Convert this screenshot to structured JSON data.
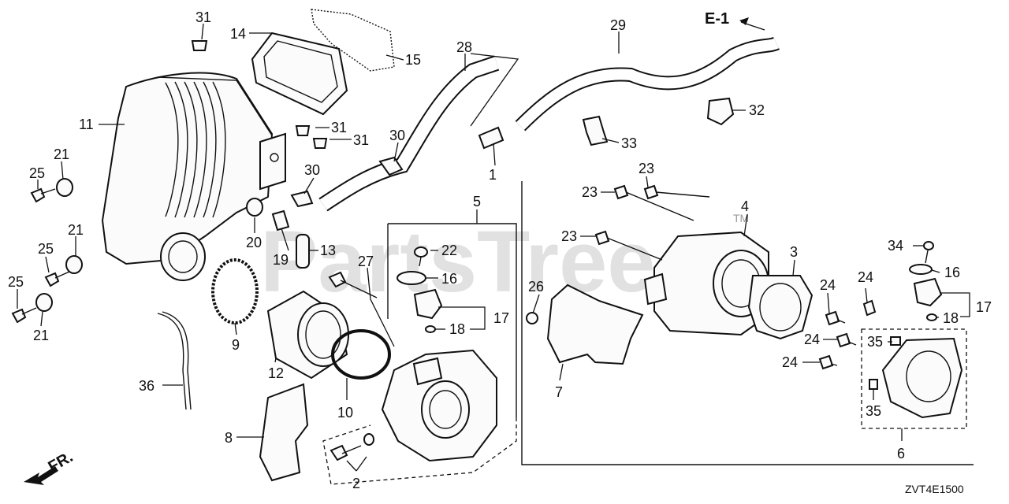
{
  "watermark": "PartsTree",
  "watermark_tm": "TM",
  "reference": "E-1",
  "front_indicator": "FR.",
  "diagram_code": "ZVT4E1500",
  "callouts": [
    {
      "id": "c31a",
      "text": "31"
    },
    {
      "id": "c14",
      "text": "14"
    },
    {
      "id": "c15",
      "text": "15"
    },
    {
      "id": "c28",
      "text": "28"
    },
    {
      "id": "c29",
      "text": "29"
    },
    {
      "id": "c11",
      "text": "11"
    },
    {
      "id": "c31b",
      "text": "31"
    },
    {
      "id": "c31c",
      "text": "31"
    },
    {
      "id": "c30a",
      "text": "30"
    },
    {
      "id": "c1",
      "text": "1"
    },
    {
      "id": "c32",
      "text": "32"
    },
    {
      "id": "c33",
      "text": "33"
    },
    {
      "id": "c21a",
      "text": "21"
    },
    {
      "id": "c25a",
      "text": "25"
    },
    {
      "id": "c30b",
      "text": "30"
    },
    {
      "id": "c20",
      "text": "20"
    },
    {
      "id": "c19",
      "text": "19"
    },
    {
      "id": "c13",
      "text": "13"
    },
    {
      "id": "c5",
      "text": "5"
    },
    {
      "id": "c22",
      "text": "22"
    },
    {
      "id": "c16a",
      "text": "16"
    },
    {
      "id": "c27",
      "text": "27"
    },
    {
      "id": "c23a",
      "text": "23"
    },
    {
      "id": "c23b",
      "text": "23"
    },
    {
      "id": "c23c",
      "text": "23"
    },
    {
      "id": "c4",
      "text": "4"
    },
    {
      "id": "c3",
      "text": "3"
    },
    {
      "id": "c34",
      "text": "34"
    },
    {
      "id": "c16b",
      "text": "16"
    },
    {
      "id": "c21b",
      "text": "21"
    },
    {
      "id": "c25b",
      "text": "25"
    },
    {
      "id": "c25c",
      "text": "25"
    },
    {
      "id": "c21c",
      "text": "21"
    },
    {
      "id": "c9",
      "text": "9"
    },
    {
      "id": "c12",
      "text": "12"
    },
    {
      "id": "c10",
      "text": "10"
    },
    {
      "id": "c36",
      "text": "36"
    },
    {
      "id": "c8",
      "text": "8"
    },
    {
      "id": "c2",
      "text": "2"
    },
    {
      "id": "c17a",
      "text": "17"
    },
    {
      "id": "c18a",
      "text": "18"
    },
    {
      "id": "c26",
      "text": "26"
    },
    {
      "id": "c7",
      "text": "7"
    },
    {
      "id": "c24a",
      "text": "24"
    },
    {
      "id": "c24b",
      "text": "24"
    },
    {
      "id": "c24c",
      "text": "24"
    },
    {
      "id": "c24d",
      "text": "24"
    },
    {
      "id": "c17b",
      "text": "17"
    },
    {
      "id": "c18b",
      "text": "18"
    },
    {
      "id": "c35a",
      "text": "35"
    },
    {
      "id": "c35b",
      "text": "35"
    },
    {
      "id": "c6",
      "text": "6"
    }
  ]
}
